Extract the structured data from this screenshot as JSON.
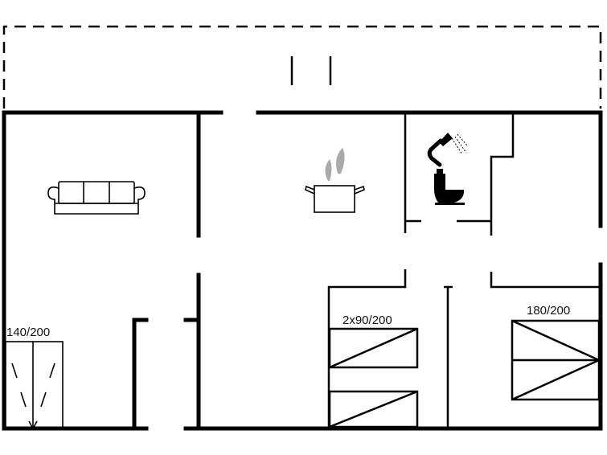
{
  "floorplan": {
    "beds": [
      {
        "label": "140/200"
      },
      {
        "label": "2x90/200"
      },
      {
        "label": "180/200"
      }
    ],
    "icons": [
      "sofa-icon",
      "cooking-pot-icon",
      "shower-icon",
      "toilet-icon"
    ],
    "colors": {
      "wall": "#000000",
      "steam": "#aaaaaa"
    }
  }
}
